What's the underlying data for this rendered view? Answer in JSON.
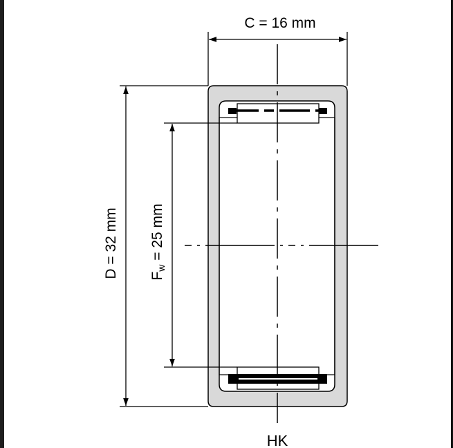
{
  "diagram": {
    "title": "HK",
    "dimension_width_label": "C = 16 mm",
    "dimension_outer_label": "D = 32 mm",
    "dimension_bore_prefix": "F",
    "dimension_bore_subscript": "w",
    "dimension_bore_value": " = 25 mm"
  },
  "colors": {
    "cup_fill": "#d9d9d9",
    "line": "#000000",
    "edge_bar": "#1e1e1e"
  }
}
